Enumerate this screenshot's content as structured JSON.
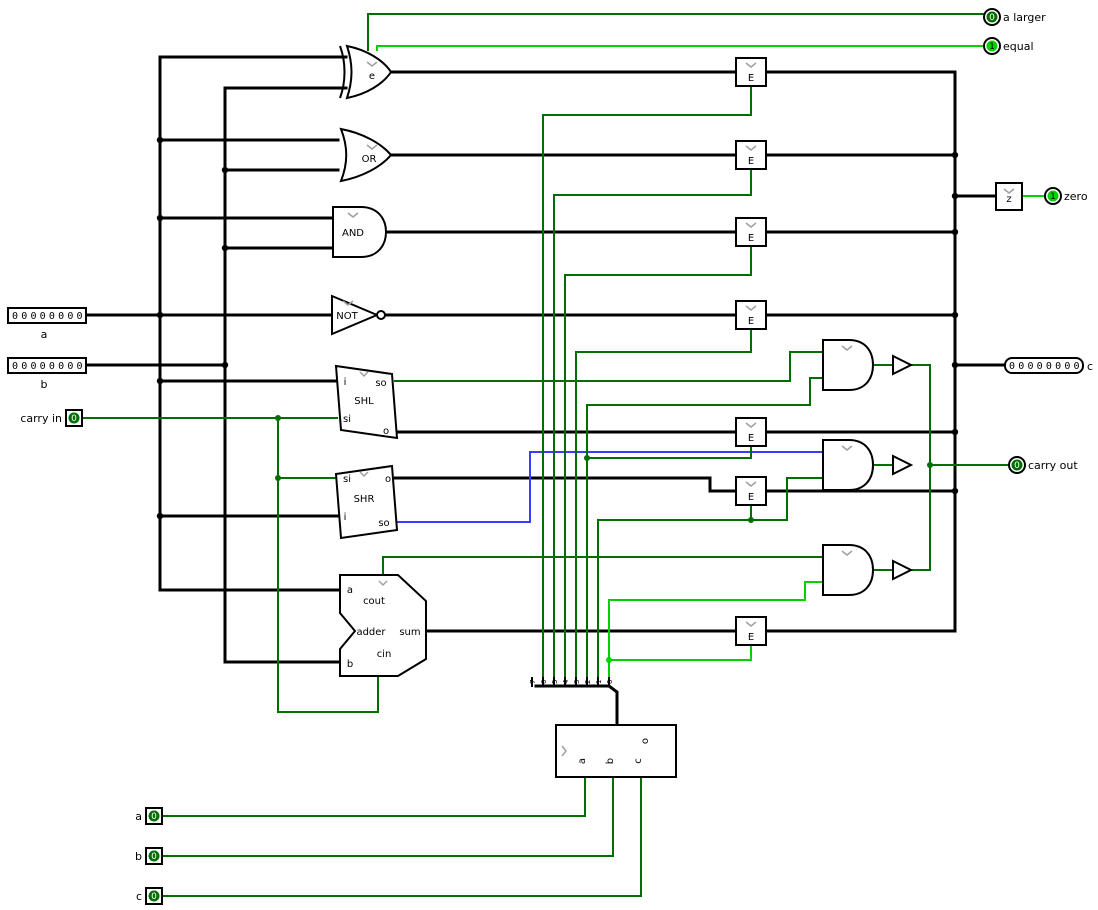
{
  "colors": {
    "wire0": "#006e00",
    "wire1": "#00d200",
    "floating": "#3b3bff",
    "bus": "#000000",
    "component": "#000000",
    "label": "#000000",
    "facing": "#a0a0a0"
  },
  "gates": {
    "xor": "e",
    "or": "OR",
    "and": "AND",
    "not": "NOT"
  },
  "shl": {
    "title": "SHL",
    "in": "i",
    "out": "o",
    "shift_in": "si",
    "shift_out": "so"
  },
  "shr": {
    "title": "SHR",
    "in": "i",
    "out": "o",
    "shift_in": "si",
    "shift_out": "so"
  },
  "adder": {
    "title": "adder",
    "a": "a",
    "b": "b",
    "cin": "cin",
    "cout": "cout",
    "sum": "sum"
  },
  "enabler": {
    "label": "E"
  },
  "zero_detector": {
    "label": "z"
  },
  "decoder": {
    "in_a": "a",
    "in_b": "b",
    "in_c": "c",
    "out": "o"
  },
  "splitter": {
    "bits": [
      "7",
      "6",
      "5",
      "4",
      "3",
      "2",
      "1",
      "0"
    ]
  },
  "pins": {
    "a": {
      "label": "a",
      "value": "00000000"
    },
    "b": {
      "label": "b",
      "value": "00000000"
    },
    "carry_in": {
      "label": "carry in",
      "value": "0"
    },
    "sel_a": {
      "label": "a",
      "value": "0"
    },
    "sel_b": {
      "label": "b",
      "value": "0"
    },
    "sel_c": {
      "label": "c",
      "value": "0"
    },
    "c_out": {
      "label": "c",
      "value": "00000000"
    },
    "a_larger": {
      "label": "a larger",
      "value": "0"
    },
    "equal": {
      "label": "equal",
      "value": "1"
    },
    "zero": {
      "label": "zero",
      "value": "1"
    },
    "carry_out": {
      "label": "carry out",
      "value": "0"
    }
  }
}
